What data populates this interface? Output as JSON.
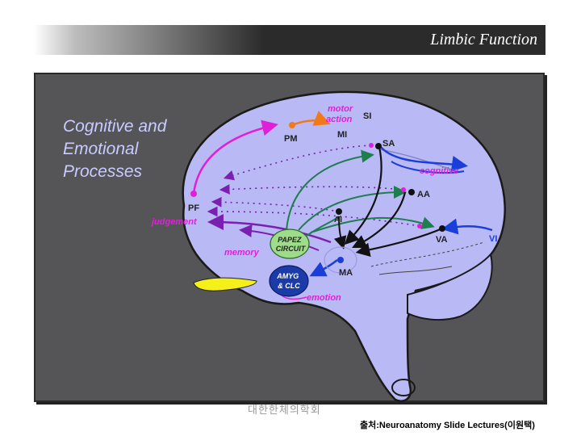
{
  "title": "Limbic Function",
  "heading": [
    "Cognitive and",
    "Emotional",
    "Processes"
  ],
  "labels": {
    "motor_action": [
      "motor",
      "action"
    ],
    "si": "SI",
    "pm": "PM",
    "mi": "MI",
    "sa": "SA",
    "cognitive": "cognitive",
    "aa": "AA",
    "pf": "PF",
    "judgement": "judgement",
    "ai": "AI",
    "va": "VA",
    "vi": "VI",
    "papez": [
      "PAPEZ",
      "CIRCUIT"
    ],
    "memory": "memory",
    "amyg": [
      "AMYG",
      "& CLC"
    ],
    "ma": "MA",
    "emotion": "emotion"
  },
  "watermark": "대한한체의학회",
  "source": "출처:Neuroanatomy Slide Lectures(이원택)",
  "colors": {
    "brain": "#b9b9f5",
    "pink": "#e020d8",
    "orange": "#f07a1a",
    "blue": "#1a3fd8",
    "green": "#1e7e4e",
    "purple": "#7a1fb0",
    "black": "#111111",
    "papez": "#9fdc8a",
    "amyg": "#1a3ba8",
    "olfactory": "#f5f01a"
  }
}
